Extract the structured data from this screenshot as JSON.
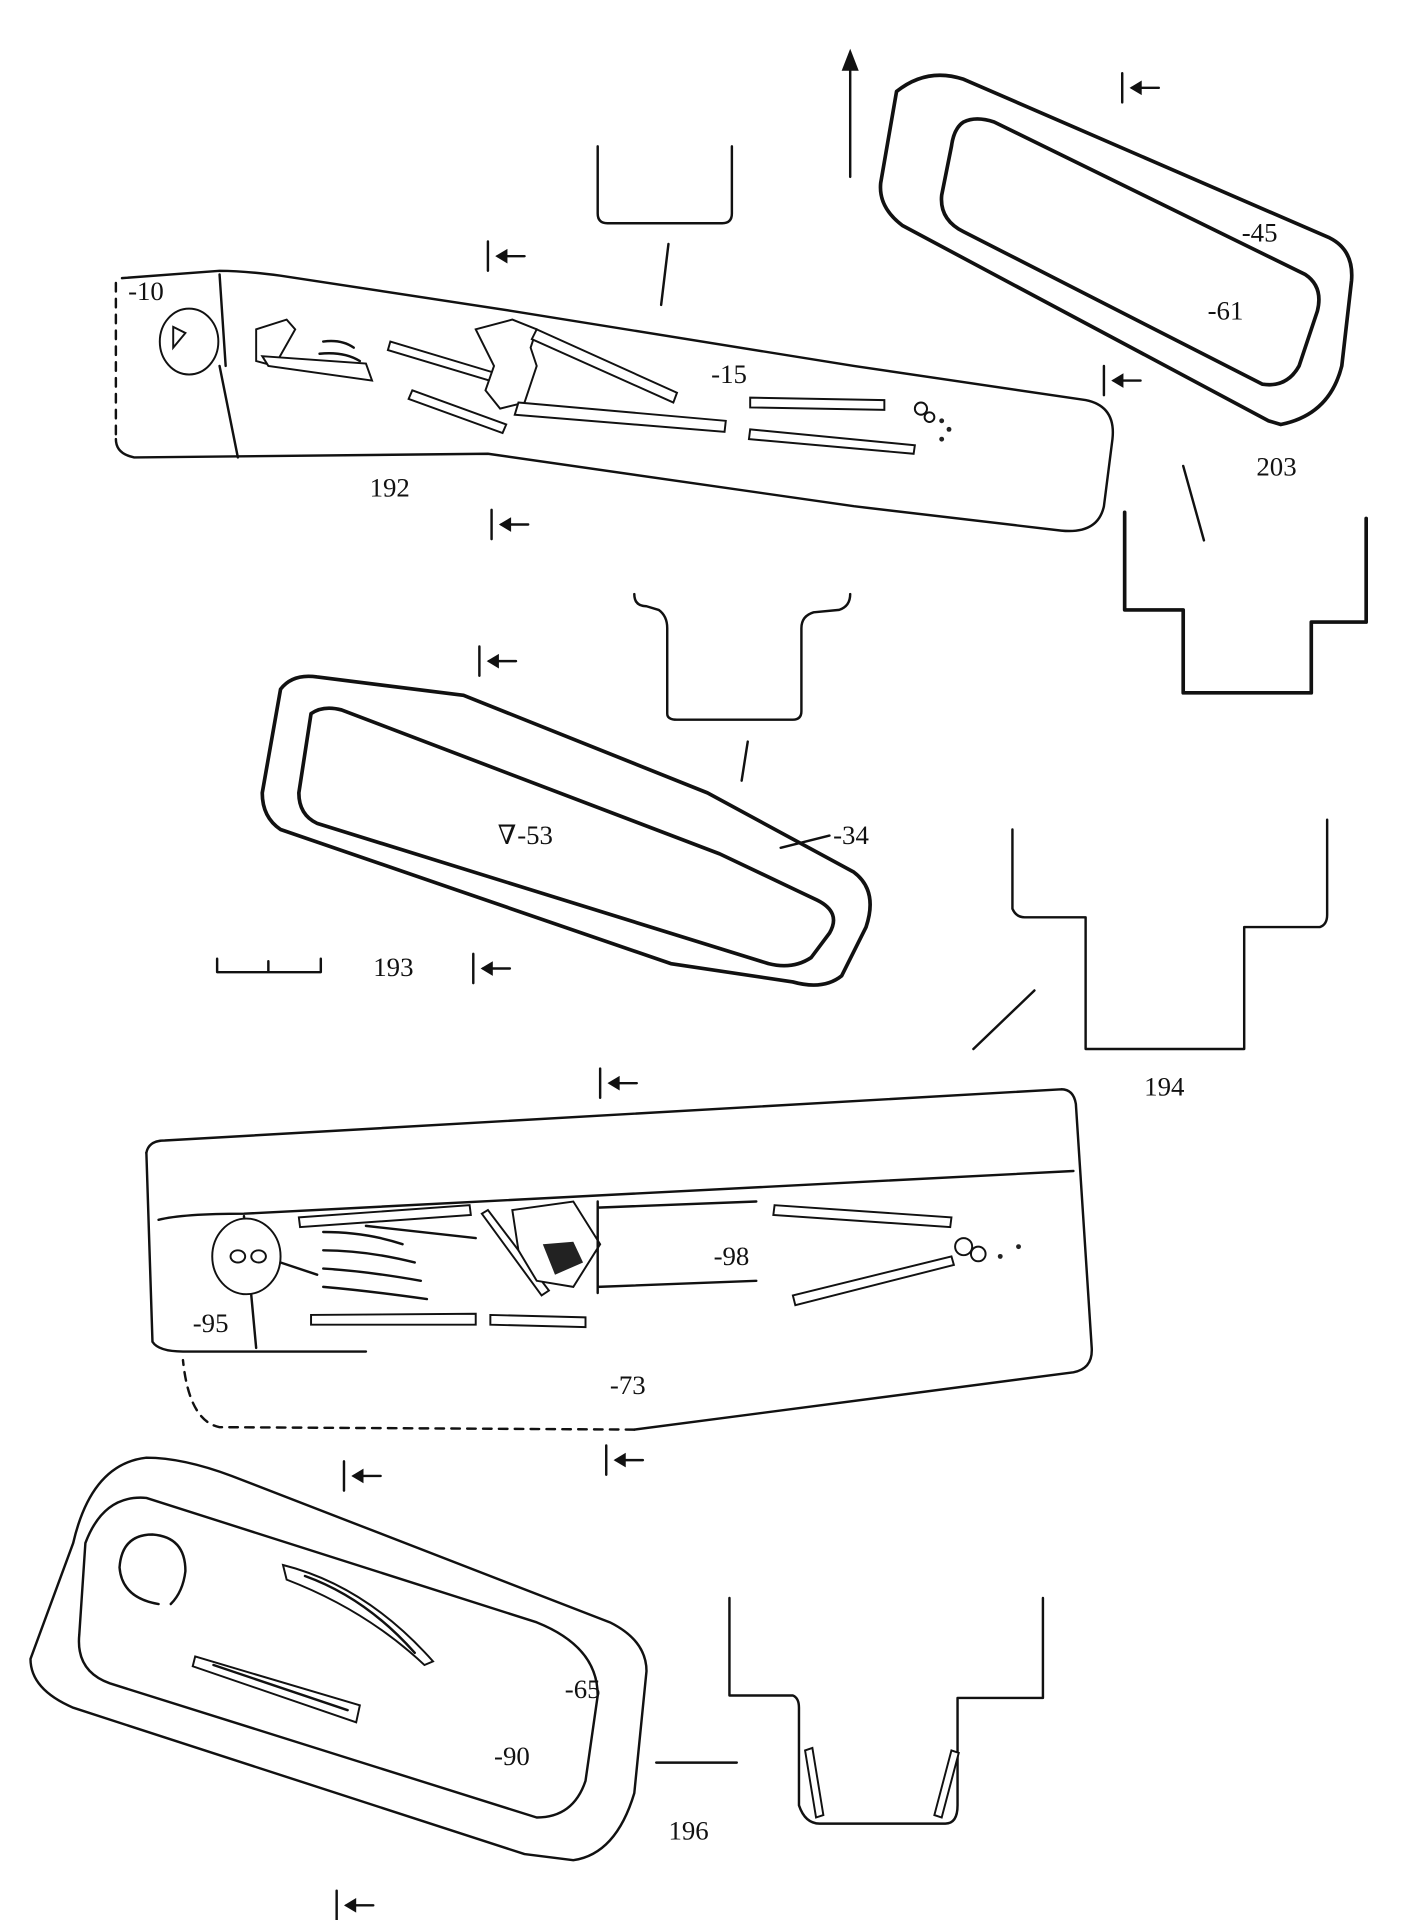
{
  "figure": {
    "graves": [
      {
        "number": "192",
        "depths": [
          "-10",
          "-15"
        ]
      },
      {
        "number": "203",
        "depths": [
          "-45",
          "-61"
        ]
      },
      {
        "number": "193",
        "depths": [
          "-53",
          "-34"
        ],
        "datum_symbol": "∇"
      },
      {
        "number": "194",
        "depths": [
          "-95",
          "-98",
          "-73"
        ]
      },
      {
        "number": "196",
        "depths": [
          "-65",
          "-90"
        ]
      }
    ]
  },
  "colors": {
    "ink": "#111111",
    "paper": "#ffffff"
  }
}
